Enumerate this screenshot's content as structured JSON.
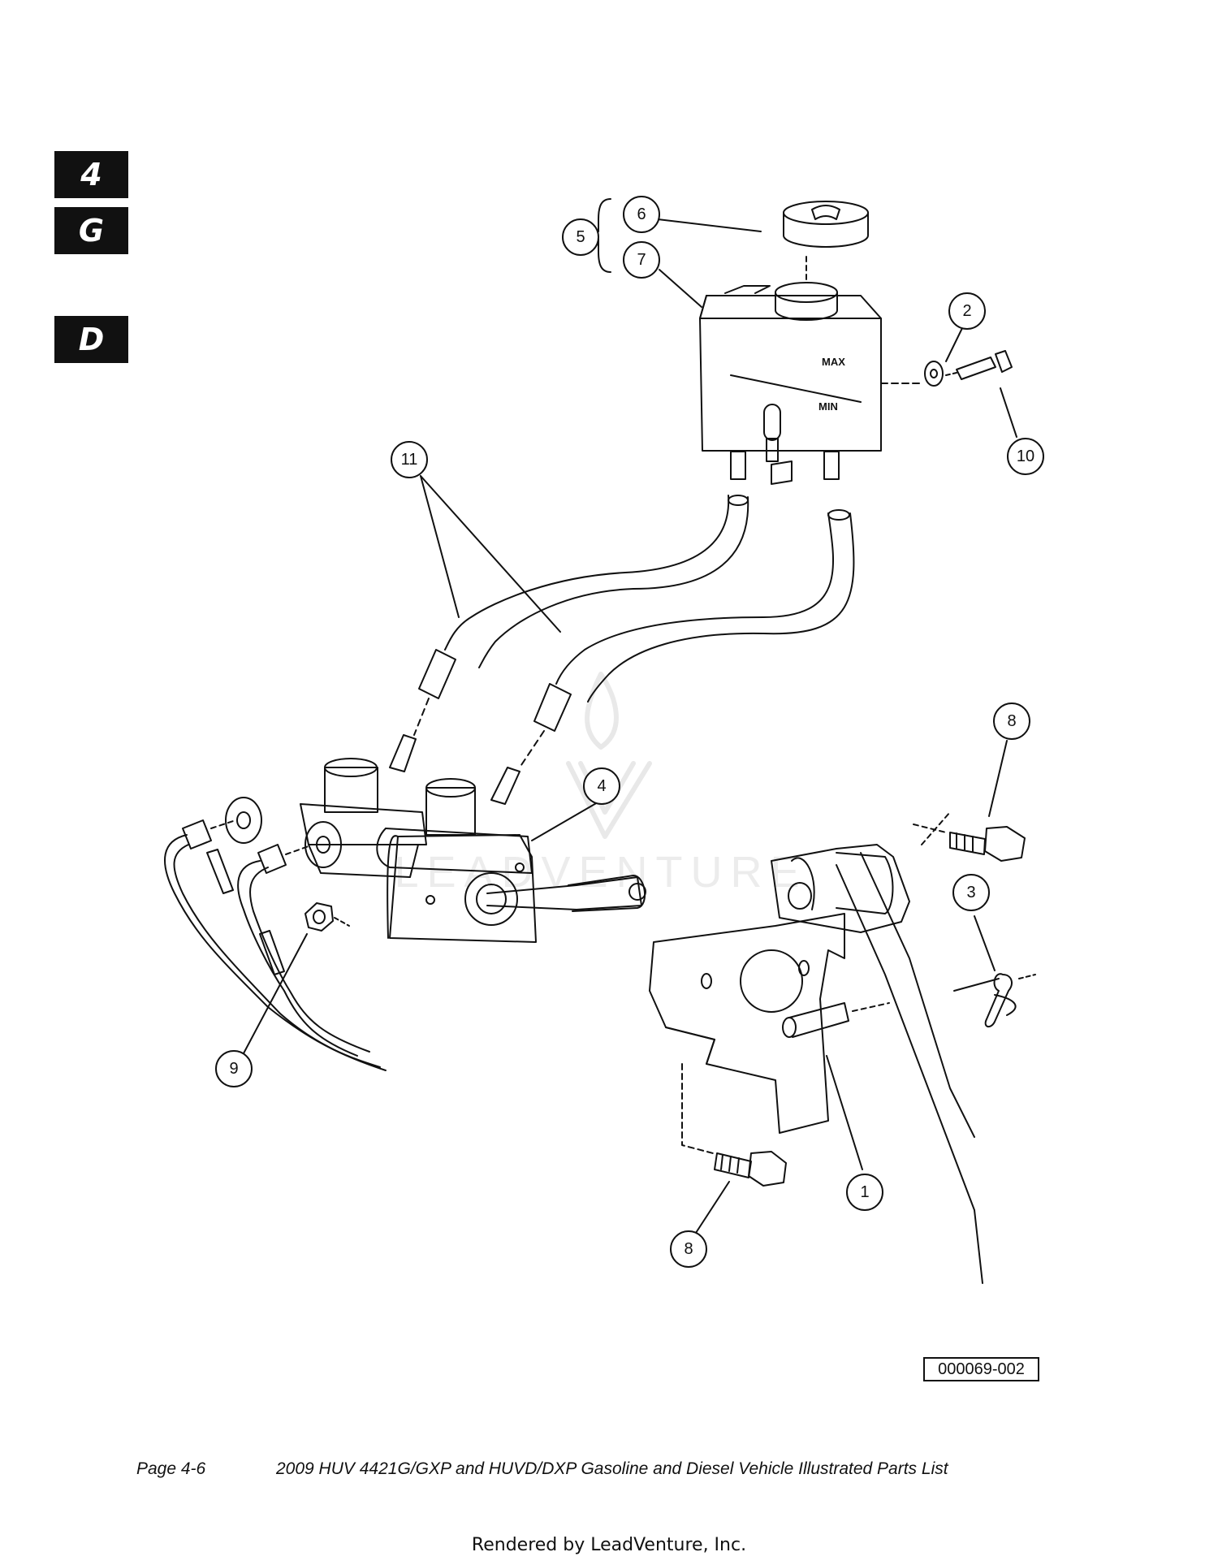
{
  "tabs": {
    "tab1": "4",
    "tab2": "G",
    "tab3": "D"
  },
  "callouts": [
    "1",
    "2",
    "3",
    "4",
    "5",
    "6",
    "7",
    "8",
    "8",
    "9",
    "10",
    "11"
  ],
  "reservoir": {
    "max_label": "MAX",
    "min_label": "MIN"
  },
  "watermark": "LEADVENTURE",
  "reference_code": "000069-002",
  "footer": {
    "page": "Page 4-6",
    "title": "2009 HUV 4421G/GXP and HUVD/DXP Gasoline and Diesel Vehicle Illustrated Parts List"
  },
  "rendered_by": "Rendered by LeadVenture, Inc."
}
